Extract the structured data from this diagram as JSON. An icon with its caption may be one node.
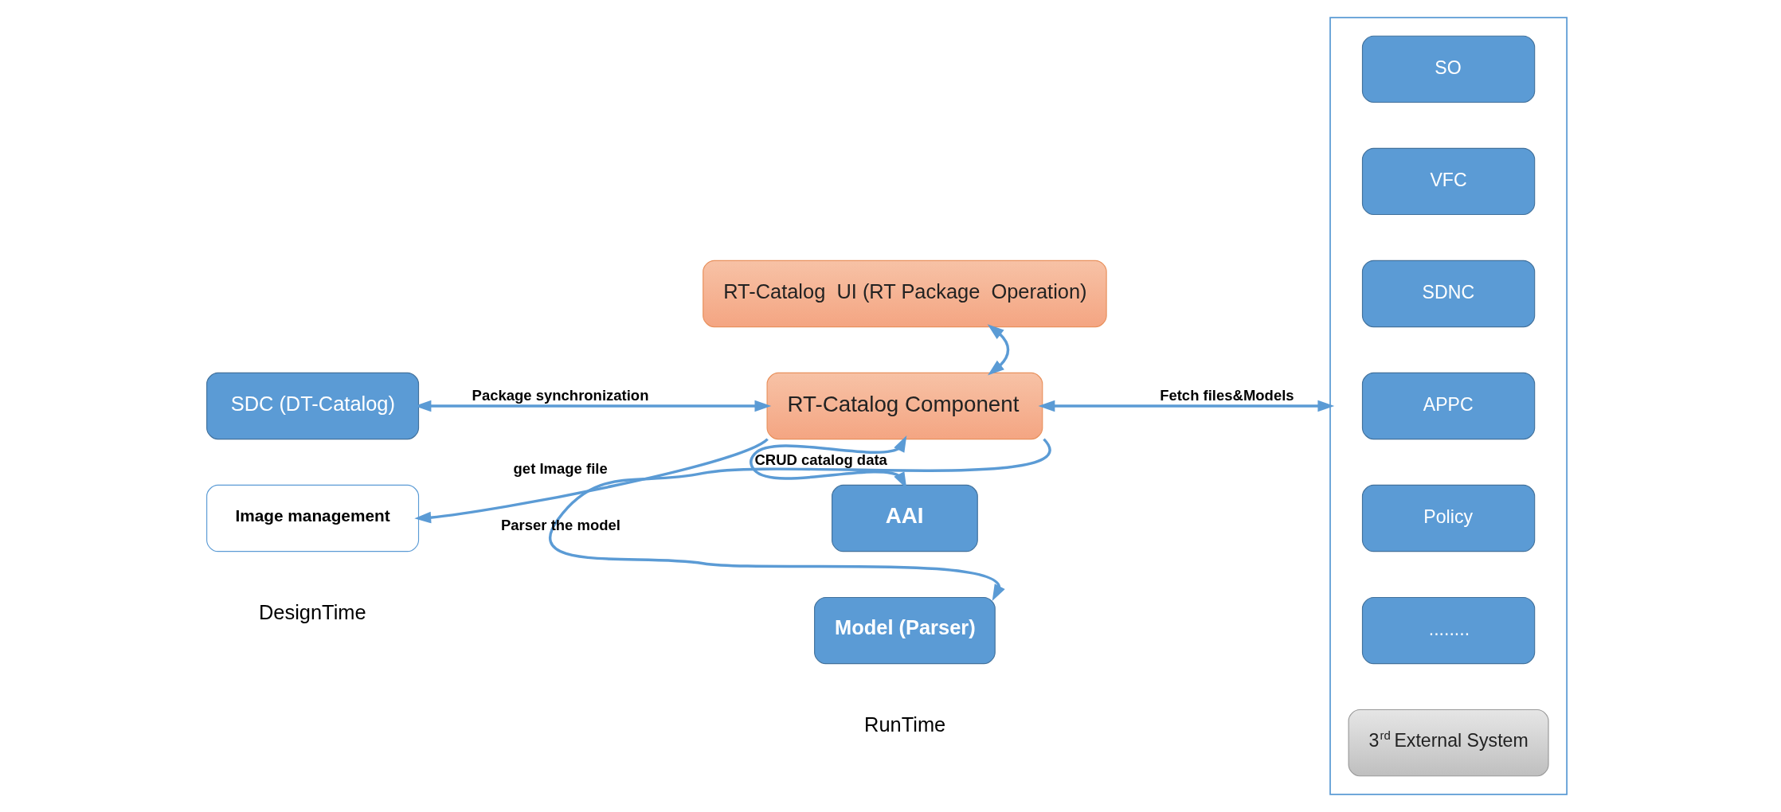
{
  "diagram": {
    "nodes": [
      {
        "text": [
          "RT-Catalog  UI (RT Package  Operation)"
        ]
      },
      {
        "text": [
          "SDC (DT-Catalog)"
        ]
      },
      {
        "text": [
          "RT-Catalog Component"
        ]
      },
      {
        "text": [
          "Image management"
        ]
      },
      {
        "text": [
          "AAI"
        ]
      },
      {
        "text": [
          "Model (Parser)"
        ]
      },
      {
        "text": [],
        "shape": "box"
      },
      {
        "text": [
          "SO"
        ],
        "in": 6
      },
      {
        "text": [
          "VFC"
        ],
        "in": 6
      },
      {
        "text": [
          "SDNC"
        ],
        "in": 6
      },
      {
        "text": [
          "APPC"
        ],
        "in": 6
      },
      {
        "text": [
          "Policy"
        ],
        "in": 6
      },
      {
        "text": [
          "........"
        ],
        "in": 6
      },
      {
        "text": [
          "3$^{rd}$ External System"
        ],
        "in": 6
      }
    ],
    "edges": [
      {
        "from": 0,
        "to": 2,
        "arrow": "both"
      },
      {
        "from": 1,
        "to": 2,
        "arrow": "both",
        "label": "Package synchronization"
      },
      {
        "from": 2,
        "to": 3,
        "arrow": "to",
        "label": "get Image file"
      },
      {
        "from": 2,
        "to": 4,
        "arrow": "both",
        "label": "CRUD catalog data"
      },
      {
        "from": 2,
        "to": 5,
        "arrow": "to",
        "label": "Parser the model"
      },
      {
        "from": 2,
        "to": 6,
        "arrow": "both",
        "label": "Fetch files&Models"
      }
    ],
    "labels": [
      "DesignTime",
      "RunTime"
    ]
  }
}
